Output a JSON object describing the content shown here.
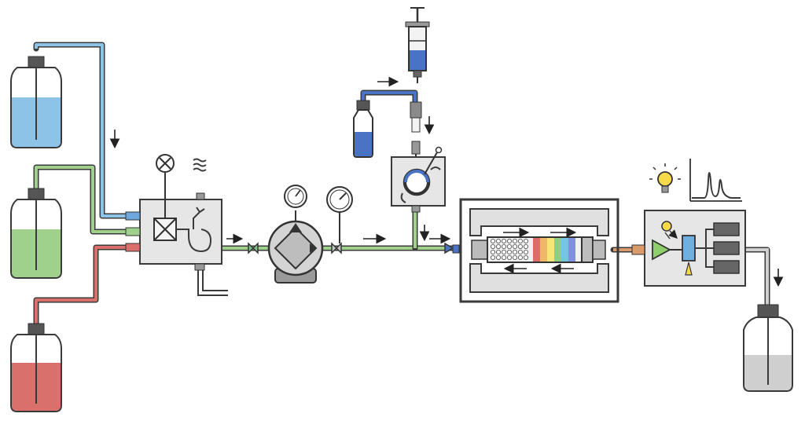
{
  "diagram": {
    "title": "",
    "type": "HPLC flow schematic",
    "colors": {
      "solvent_a": "#8ec3e8",
      "solvent_b": "#9fd08c",
      "solvent_c": "#d9706c",
      "sample": "#4a73c6",
      "waste": "#cfcfcf",
      "panel": "#e6e6e6",
      "outline": "#3a3a3a",
      "column_bands": [
        "#d9534f",
        "#f0ad4e",
        "#f7e463",
        "#7bc96f",
        "#5bc0de",
        "#6f7fd9"
      ],
      "lamp": "#f7d94c",
      "flow_cell": "#6fb0e0",
      "detector_green": "#8fcf6a"
    },
    "components": [
      "solvent-reservoir-blue",
      "solvent-reservoir-green",
      "solvent-reservoir-red",
      "degasser-mixer",
      "pump",
      "pressure-gauge",
      "syringe",
      "sample-vial",
      "injection-valve",
      "column-oven",
      "column",
      "lamp-icon",
      "chromatogram-icon",
      "detector",
      "waste-bottle"
    ]
  }
}
